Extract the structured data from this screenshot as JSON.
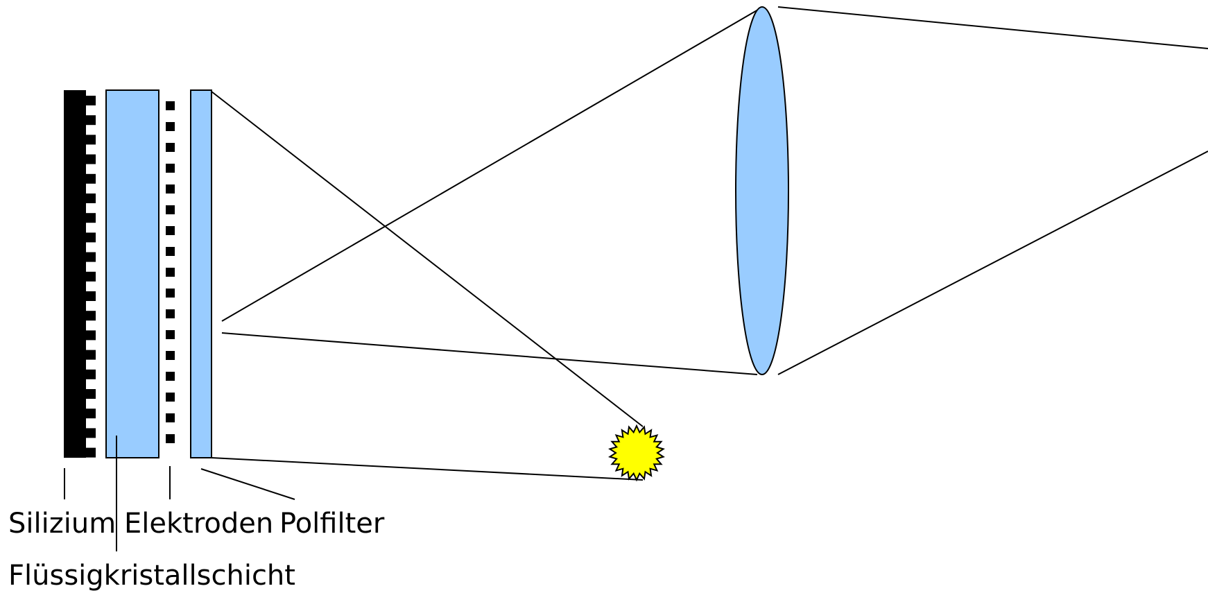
{
  "labels": {
    "silicon": "Silizium",
    "electrodes": "Elektroden",
    "polarizer": "Polfilter",
    "liquid_crystal": "Flüssigkristallschicht"
  },
  "colors": {
    "layer_fill": "#99ccff",
    "lens_fill": "#99ccff",
    "light_source_fill": "#ffff00",
    "line": "#000000",
    "silicon": "#000000"
  },
  "icons": {
    "light_source": "starburst-icon",
    "lens": "convex-lens-icon"
  }
}
